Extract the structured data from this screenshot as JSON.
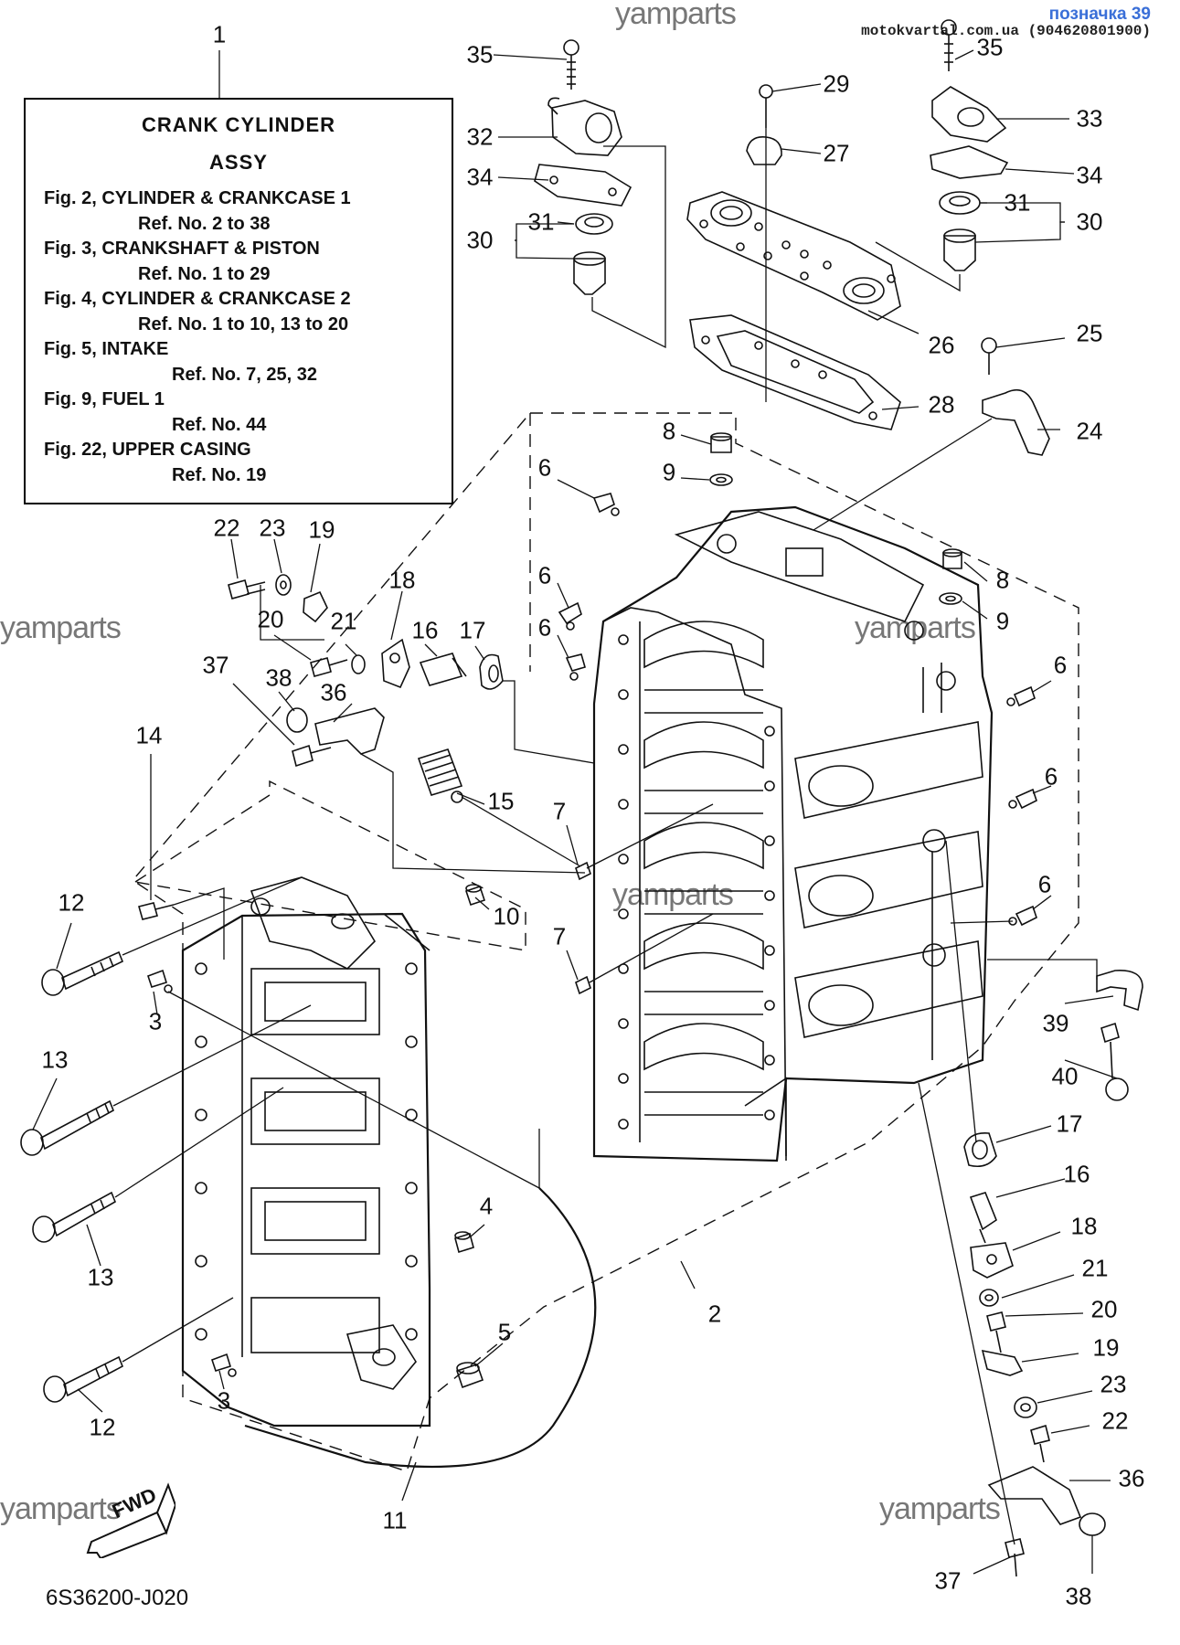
{
  "header": {
    "sticker_label": "позначка 39",
    "sticker_site": "motokvartal.com.ua (904620801900)"
  },
  "watermarks": [
    "yamparts",
    "yamparts",
    "yamparts",
    "yamparts",
    "yamparts",
    "yamparts"
  ],
  "info_box": {
    "callout": "1",
    "title_line1": "CRANK CYLINDER",
    "title_line2": "ASSY",
    "refs": [
      {
        "fig": "Fig. 2, CYLINDER & CRANKCASE 1",
        "ref": "Ref. No. 2 to 38"
      },
      {
        "fig": "Fig. 3, CRANKSHAFT & PISTON",
        "ref": "Ref. No. 1 to 29"
      },
      {
        "fig": "Fig. 4, CYLINDER & CRANKCASE 2",
        "ref": "Ref. No. 1 to 10, 13 to 20"
      },
      {
        "fig": "Fig. 5, INTAKE",
        "ref": "Ref. No. 7, 25, 32"
      },
      {
        "fig": "Fig. 9, FUEL 1",
        "ref": "Ref. No. 44"
      },
      {
        "fig": "Fig. 22, UPPER CASING",
        "ref": "Ref. No. 19"
      }
    ]
  },
  "fwd_label": "FWD",
  "drawing_code": "6S36200-J020",
  "callouts": [
    "35",
    "35",
    "29",
    "33",
    "32",
    "27",
    "34",
    "34",
    "31",
    "31",
    "30",
    "30",
    "26",
    "25",
    "28",
    "24",
    "8",
    "9",
    "8",
    "9",
    "6",
    "6",
    "6",
    "6",
    "6",
    "6",
    "22",
    "23",
    "19",
    "18",
    "20",
    "21",
    "16",
    "17",
    "37",
    "38",
    "36",
    "14",
    "15",
    "7",
    "7",
    "10",
    "12",
    "3",
    "13",
    "13",
    "4",
    "2",
    "5",
    "3",
    "12",
    "11",
    "17",
    "16",
    "18",
    "21",
    "20",
    "19",
    "23",
    "22",
    "36",
    "37",
    "38",
    "39",
    "40"
  ]
}
